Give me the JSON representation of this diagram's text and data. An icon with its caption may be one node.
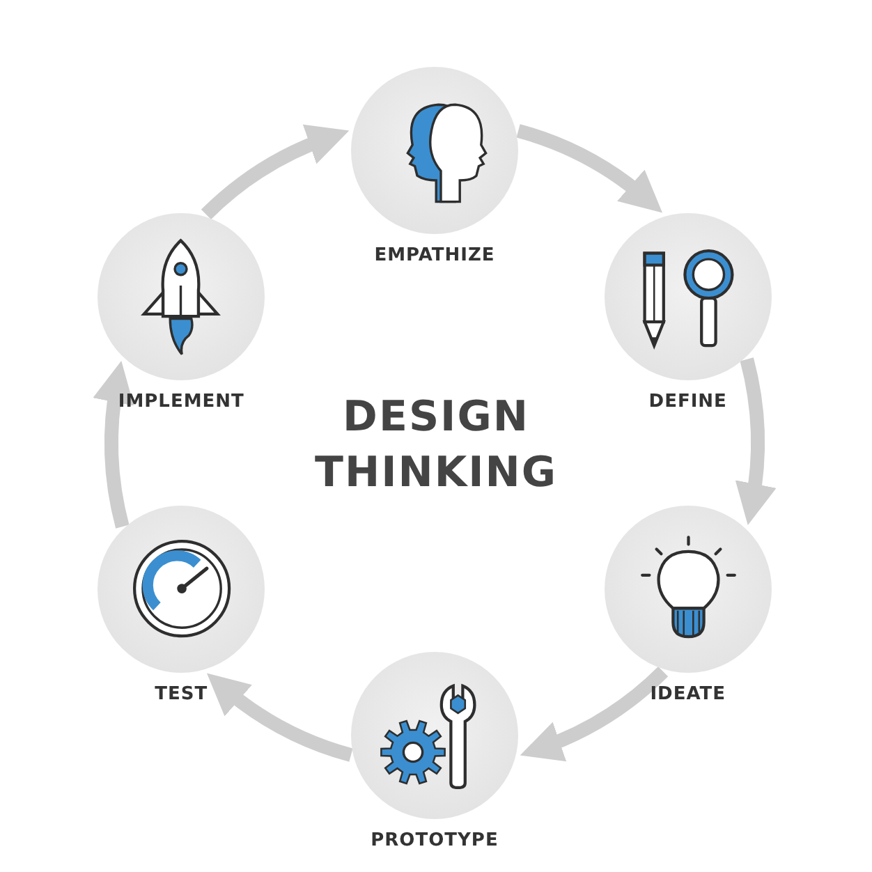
{
  "diagram": {
    "title": "DESIGN THINKING",
    "nodes": [
      {
        "text": [
          "EMPATHIZE"
        ]
      },
      {
        "text": [
          "DEFINE"
        ]
      },
      {
        "text": [
          "IDEATE"
        ]
      },
      {
        "text": [
          "PROTOTYPE"
        ]
      },
      {
        "text": [
          "TEST"
        ]
      },
      {
        "text": [
          "IMPLEMENT"
        ]
      }
    ],
    "edges": [
      {
        "from": 0,
        "to": 1,
        "arrow": "to"
      },
      {
        "from": 1,
        "to": 2,
        "arrow": "to"
      },
      {
        "from": 2,
        "to": 3,
        "arrow": "to"
      },
      {
        "from": 3,
        "to": 4,
        "arrow": "to"
      },
      {
        "from": 4,
        "to": 5,
        "arrow": "to"
      },
      {
        "from": 5,
        "to": 0,
        "arrow": "to"
      }
    ]
  }
}
